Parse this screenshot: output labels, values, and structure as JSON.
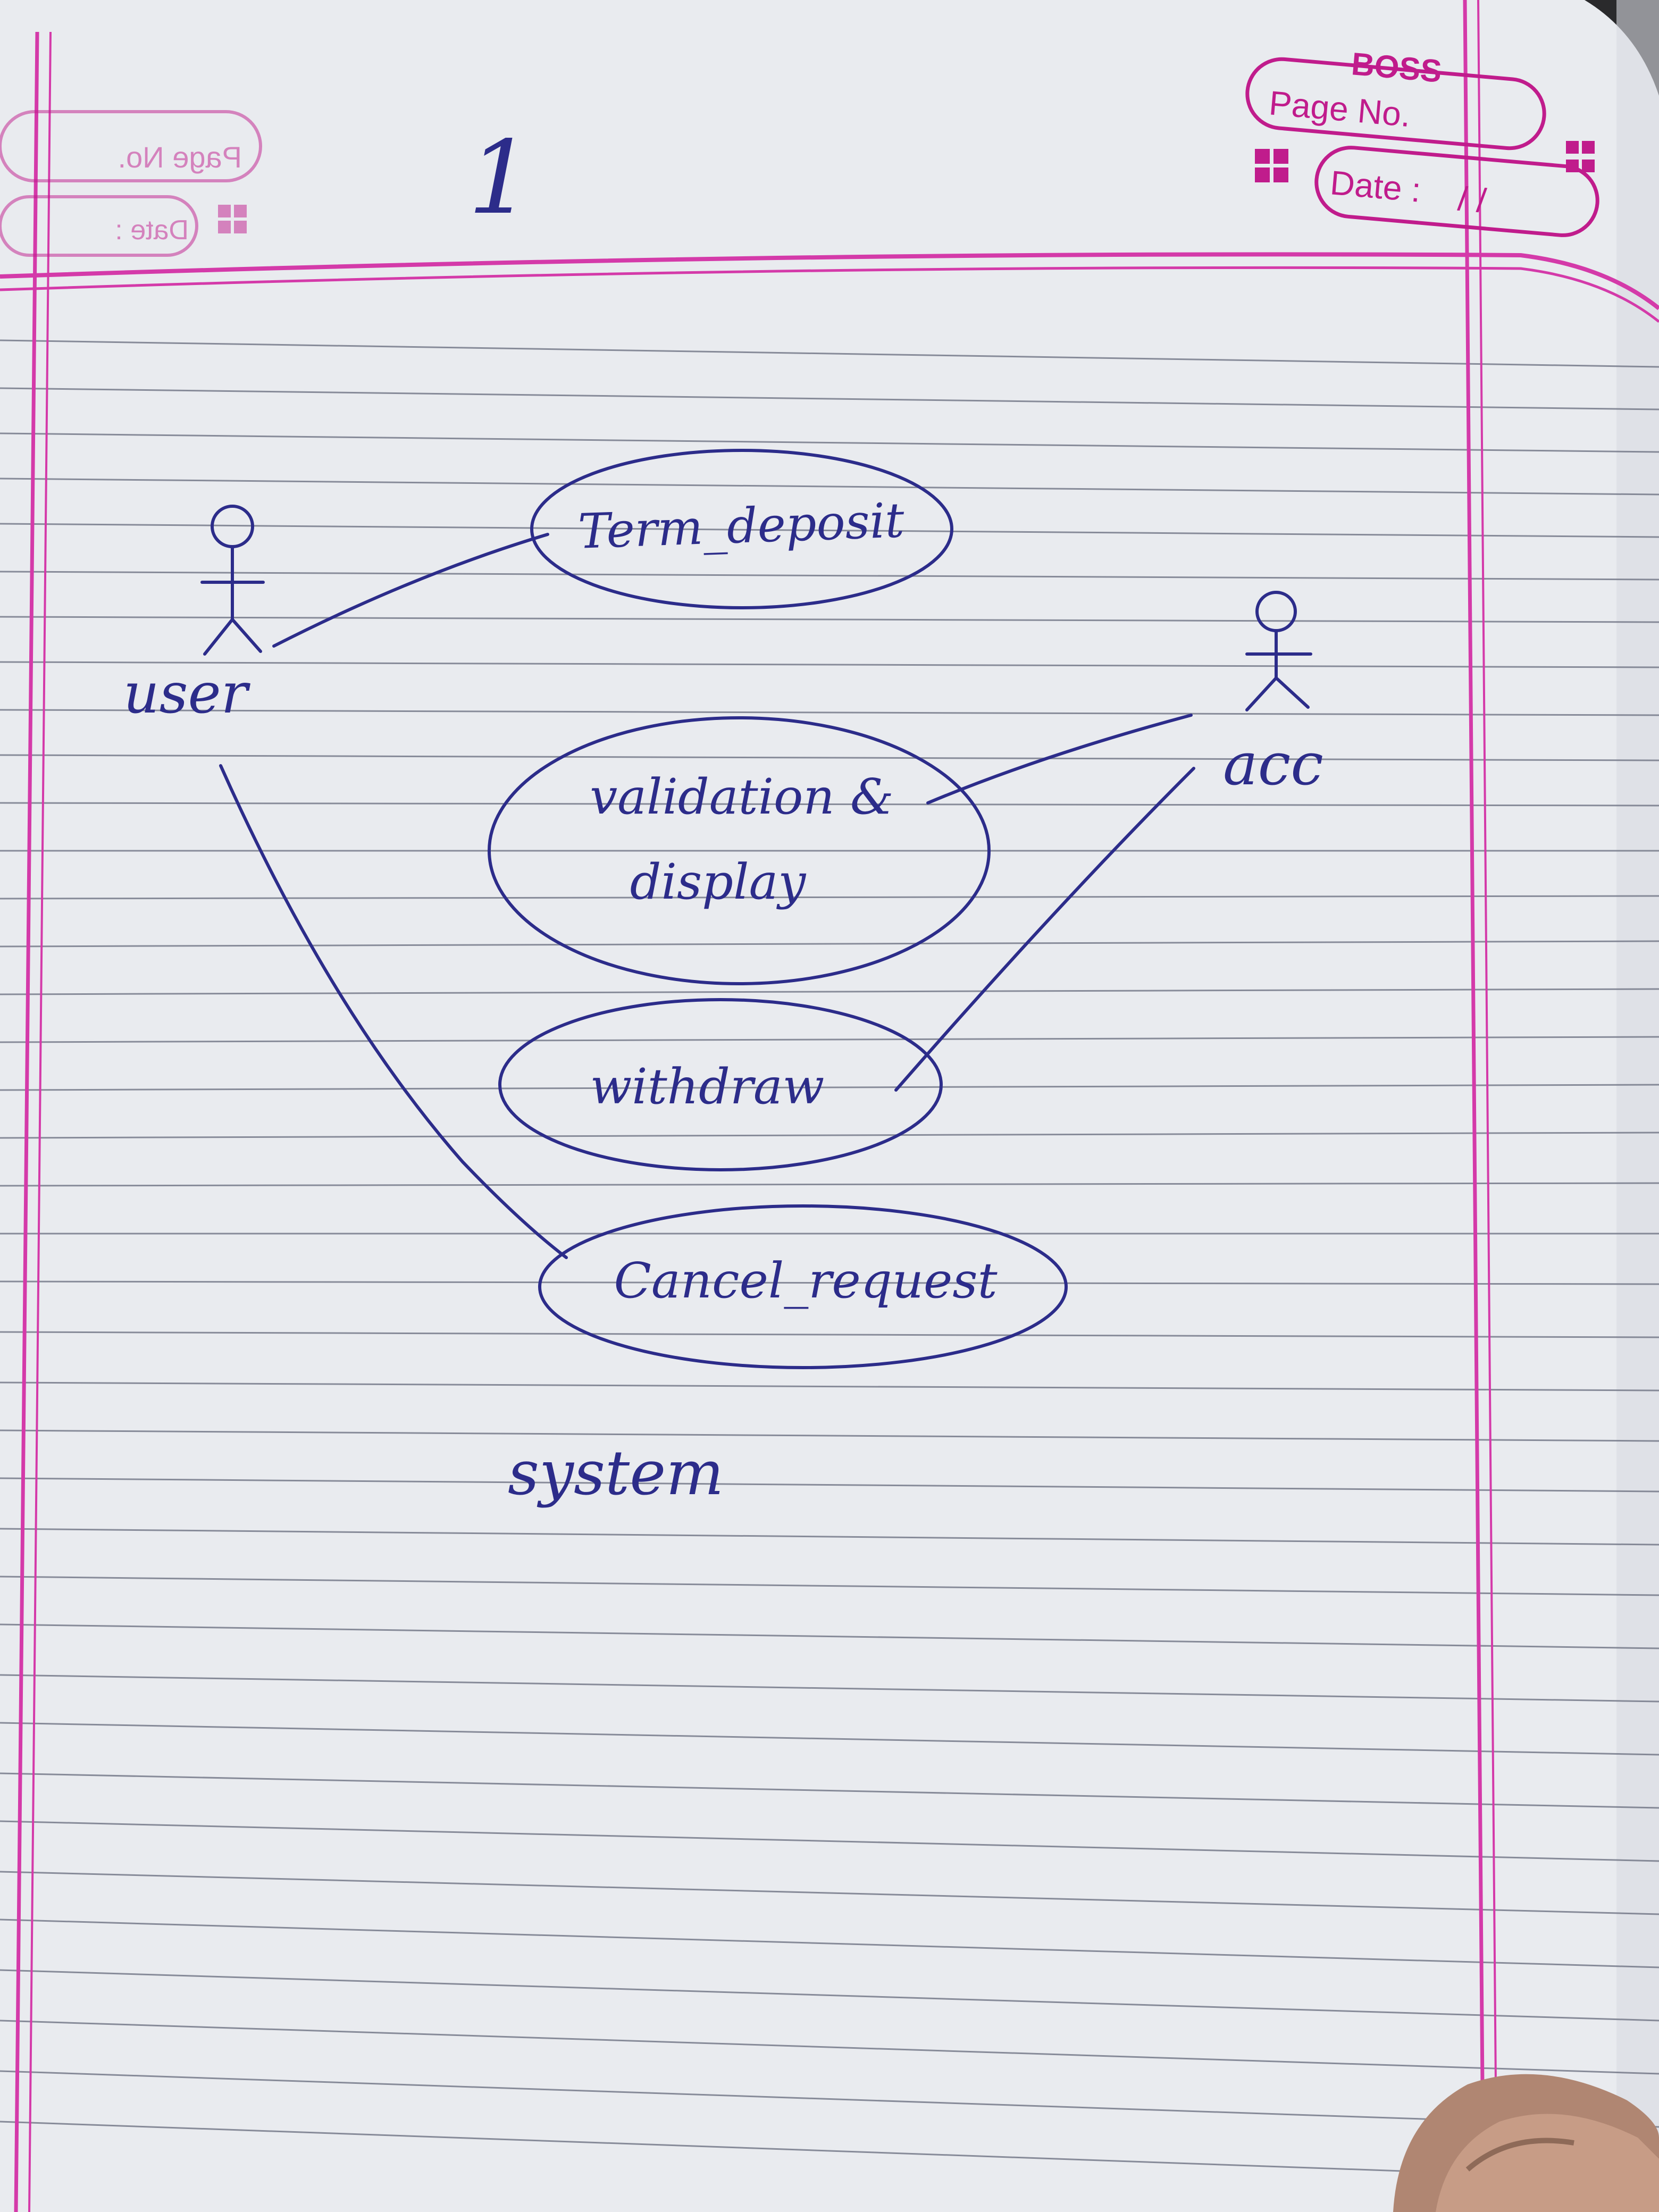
{
  "notebook": {
    "brand": "BOSS",
    "page_no_label": "Page No.",
    "date_label": "Date :",
    "date_value": "/   /",
    "mirror_page_no_label": "Page No.",
    "mirror_date_label": "Date :",
    "page_number": "1",
    "colors": {
      "paper": "#e9ebef",
      "rule_line": "#6f7484",
      "margin_line": "#d43aa9",
      "ink": "#2c2c8a"
    }
  },
  "diagram": {
    "actors": [
      {
        "id": "user",
        "label": "user"
      },
      {
        "id": "acc",
        "label": "acc"
      }
    ],
    "use_cases": [
      {
        "id": "term_deposit",
        "label": "Term_deposit"
      },
      {
        "id": "validation_display",
        "label": "validation &",
        "label_line2": "display"
      },
      {
        "id": "withdraw",
        "label": "withdraw"
      },
      {
        "id": "cancel_request",
        "label": "Cancel_request"
      }
    ],
    "associations": [
      {
        "from": "user",
        "to": "term_deposit"
      },
      {
        "from": "user",
        "to": "cancel_request"
      },
      {
        "from": "acc",
        "to": "validation_display"
      },
      {
        "from": "acc",
        "to": "withdraw"
      }
    ],
    "boundary_label": "system"
  }
}
